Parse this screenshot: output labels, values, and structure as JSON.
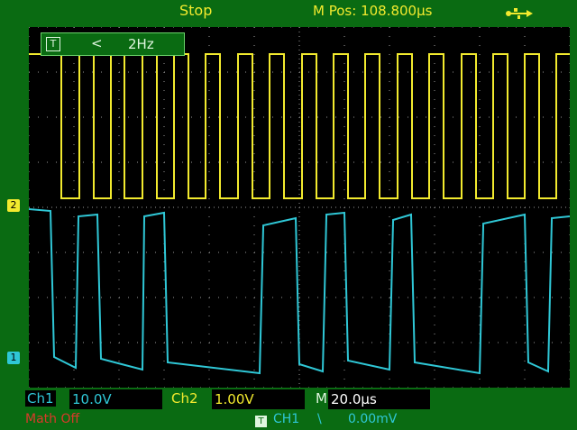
{
  "header": {
    "status": "Stop",
    "m_pos_label": "M Pos:",
    "m_pos_value": "108.800µs",
    "usb_icon": "usb-icon"
  },
  "trigger_readout": {
    "box": "T",
    "condition": "<",
    "frequency": "2Hz"
  },
  "markers": {
    "ch1": "1",
    "ch2": "2"
  },
  "footer": {
    "ch1_label": "Ch1",
    "ch1_scale": "10.0V",
    "ch2_label": "Ch2",
    "ch2_scale": "1.00V",
    "timebase_label": "M",
    "timebase_value": "20.0µs",
    "math": "Math Off",
    "trigger_box": "T",
    "trigger_source": "CH1",
    "trigger_slope": "\\",
    "trigger_level": "0.00mV"
  },
  "colors": {
    "ch1": "#2fc7d6",
    "ch2": "#f2ea2e",
    "bezel": "#0a6b12",
    "grid": "#9a9a9a"
  }
}
